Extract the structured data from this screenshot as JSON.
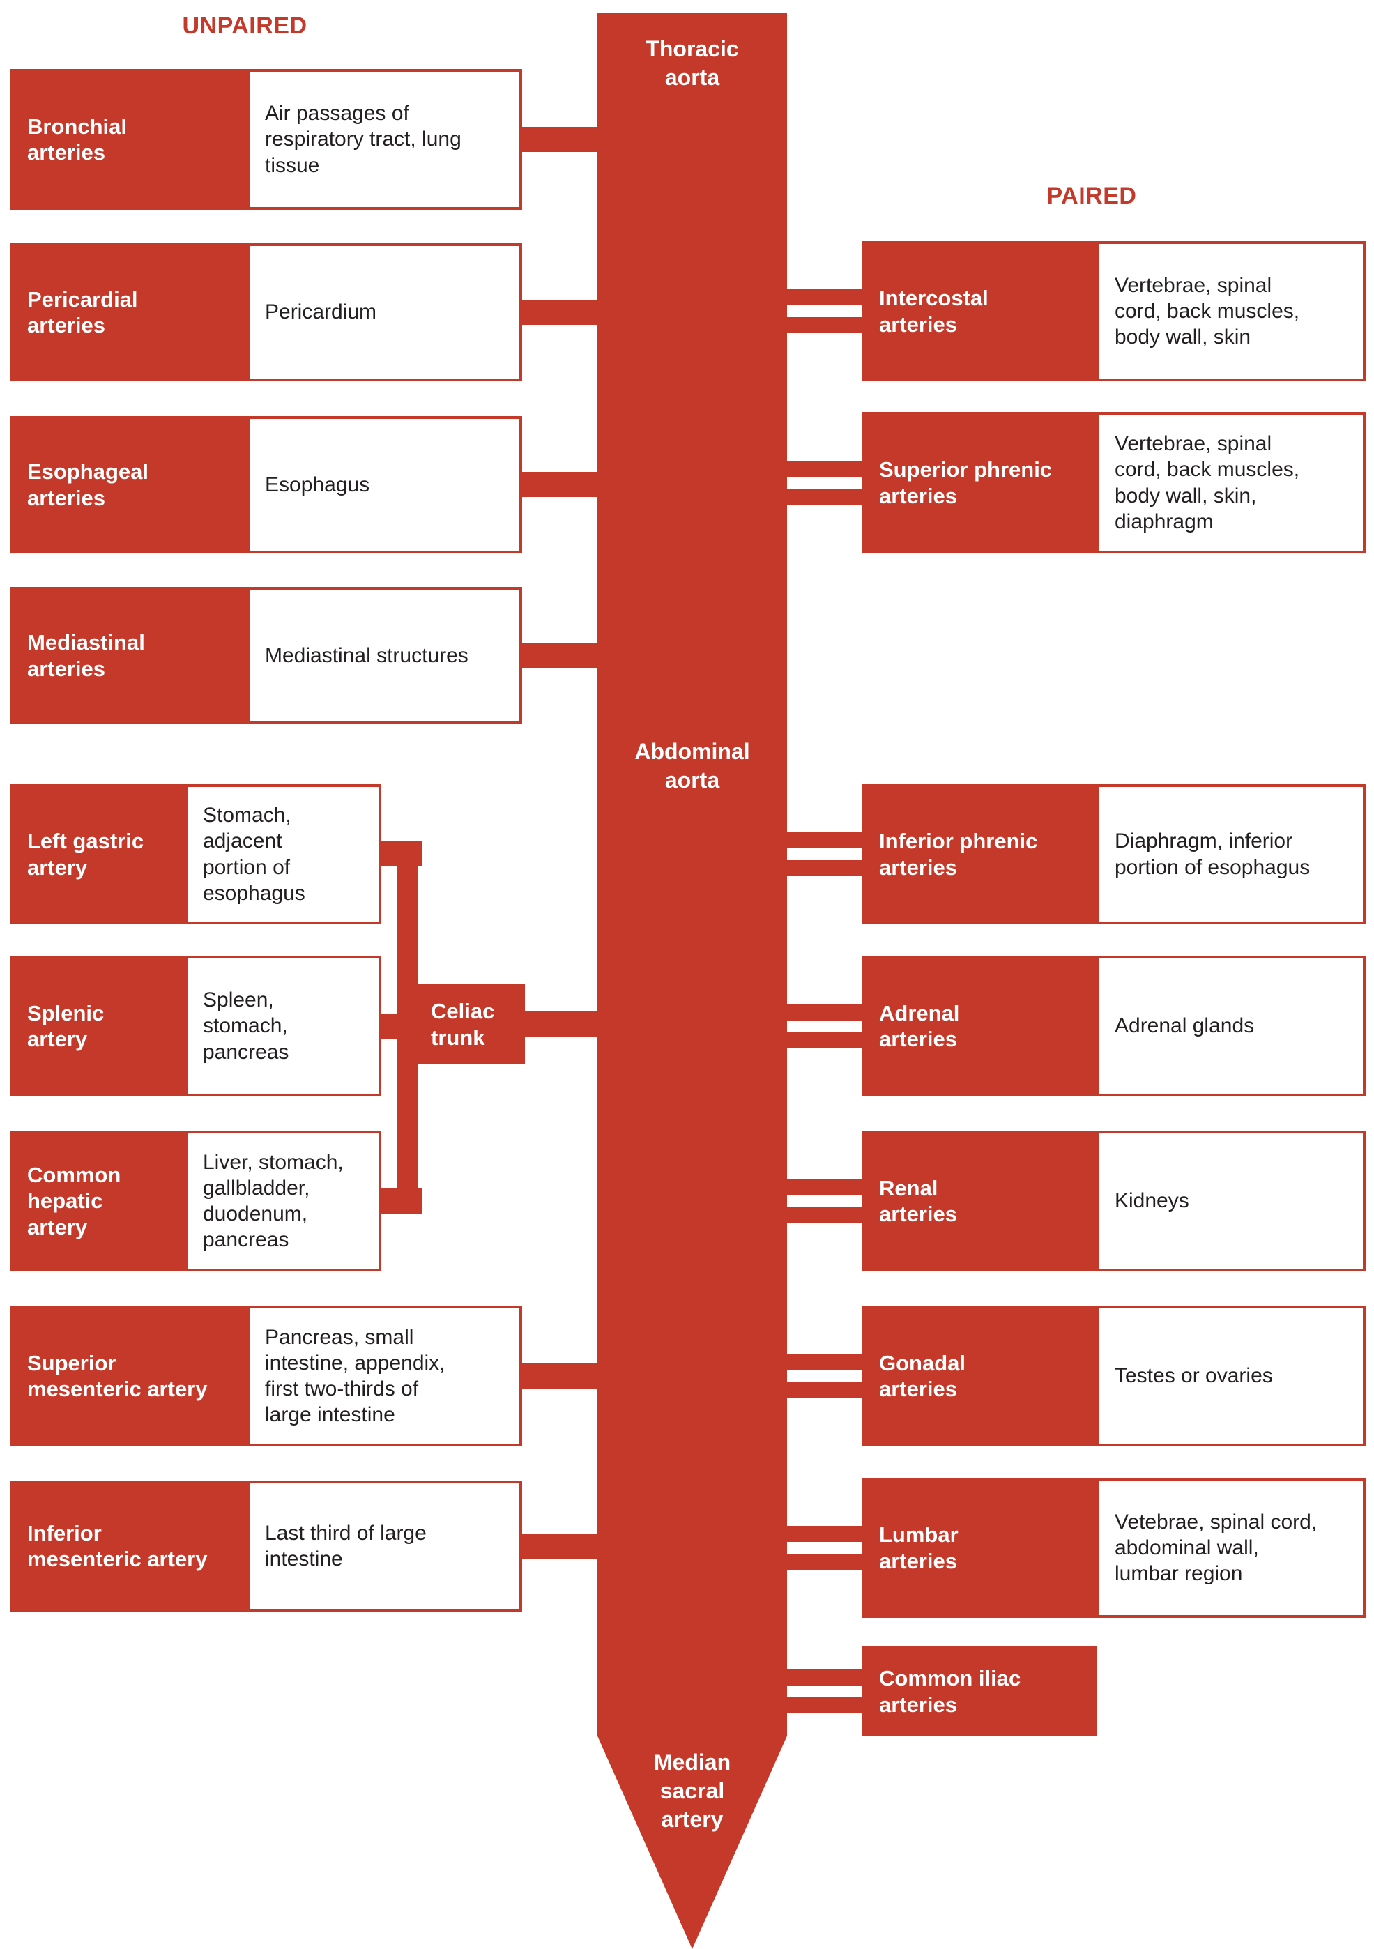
{
  "colors": {
    "red": "#C5392B",
    "text": "#231F20",
    "background": "#FFFFFF"
  },
  "headers": {
    "unpaired": "UNPAIRED",
    "paired": "PAIRED"
  },
  "aorta": {
    "thoracic": "Thoracic\naorta",
    "abdominal": "Abdominal\naorta",
    "median_sacral": "Median\nsacral\nartery",
    "celiac_trunk": "Celiac\ntrunk"
  },
  "unpaired": [
    {
      "artery": "Bronchial\narteries",
      "supplies": "Air passages of\nrespiratory tract, lung\ntissue"
    },
    {
      "artery": "Pericardial\narteries",
      "supplies": "Pericardium"
    },
    {
      "artery": "Esophageal\narteries",
      "supplies": "Esophagus"
    },
    {
      "artery": "Mediastinal\narteries",
      "supplies": "Mediastinal structures"
    },
    {
      "artery": "Left gastric\nartery",
      "supplies": "Stomach,\nadjacent\nportion of\nesophagus"
    },
    {
      "artery": "Splenic\nartery",
      "supplies": "Spleen,\nstomach,\npancreas"
    },
    {
      "artery": "Common\nhepatic\nartery",
      "supplies": "Liver, stomach,\ngallbladder,\nduodenum,\npancreas"
    },
    {
      "artery": "Superior\nmesenteric artery",
      "supplies": "Pancreas, small\nintestine, appendix,\nfirst two-thirds of\nlarge intestine"
    },
    {
      "artery": "Inferior\nmesenteric artery",
      "supplies": "Last third of large\nintestine"
    }
  ],
  "paired": [
    {
      "artery": "Intercostal\narteries",
      "supplies": "Vertebrae, spinal\ncord, back muscles,\nbody wall, skin"
    },
    {
      "artery": "Superior phrenic\narteries",
      "supplies": "Vertebrae, spinal\ncord, back muscles,\nbody wall, skin,\ndiaphragm"
    },
    {
      "artery": "Inferior phrenic\narteries",
      "supplies": "Diaphragm, inferior\nportion of esophagus"
    },
    {
      "artery": "Adrenal\narteries",
      "supplies": "Adrenal glands"
    },
    {
      "artery": "Renal\narteries",
      "supplies": "Kidneys"
    },
    {
      "artery": "Gonadal\narteries",
      "supplies": "Testes or ovaries"
    },
    {
      "artery": "Lumbar\narteries",
      "supplies": "Vetebrae, spinal cord,\nabdominal wall,\nlumbar region"
    },
    {
      "artery": "Common iliac\narteries"
    }
  ]
}
